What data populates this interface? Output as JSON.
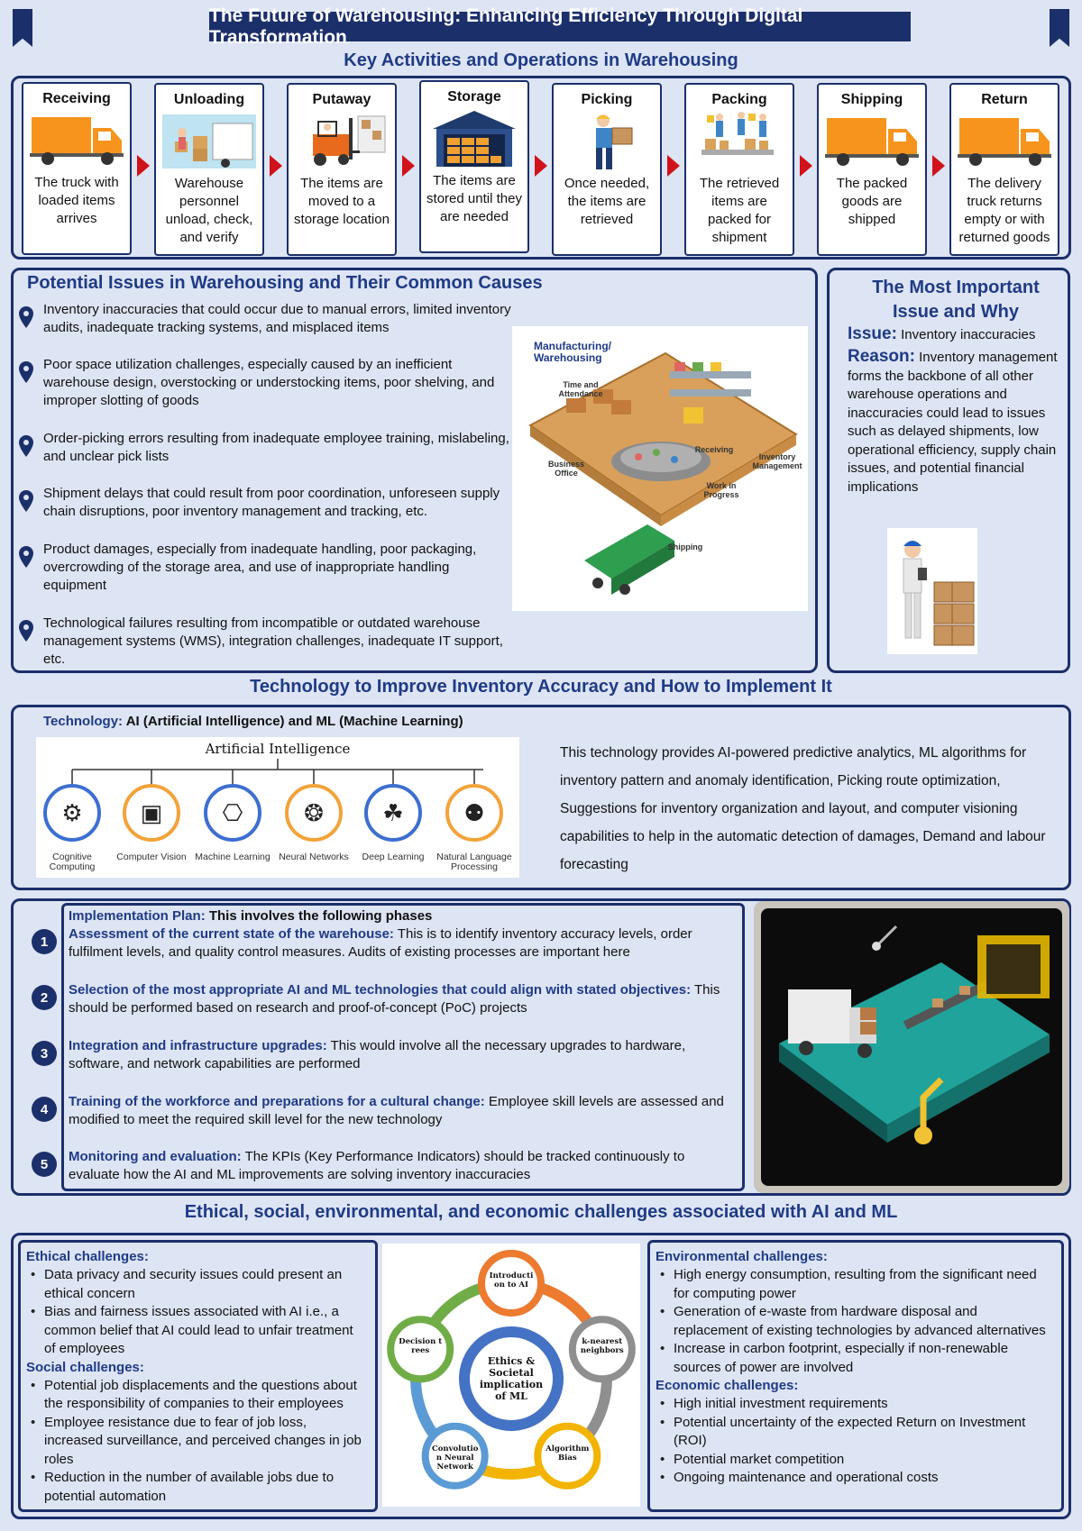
{
  "title": "The Future of Warehousing: Enhancing Efficiency Through Digital Transformation",
  "activities": {
    "heading": "Key Activities and Operations in Warehousing",
    "steps": [
      {
        "title": "Receiving",
        "desc": "The truck with loaded items arrives",
        "icon": "truck-icon"
      },
      {
        "title": "Unloading",
        "desc": "Warehouse personnel unload, check, and verify",
        "icon": "unloading-icon"
      },
      {
        "title": "Putaway",
        "desc": "The items are moved to a storage location",
        "icon": "forklift-icon"
      },
      {
        "title": "Storage",
        "desc": "The items are stored until they are needed",
        "icon": "storage-icon"
      },
      {
        "title": "Picking",
        "desc": "Once needed, the items are retrieved",
        "icon": "picker-icon"
      },
      {
        "title": "Packing",
        "desc": "The retrieved items are packed for shipment",
        "icon": "packing-icon"
      },
      {
        "title": "Shipping",
        "desc": "The packed goods are shipped",
        "icon": "truck-icon"
      },
      {
        "title": "Return",
        "desc": "The delivery truck returns empty or with returned goods",
        "icon": "truck-icon"
      }
    ]
  },
  "issues": {
    "heading": "Potential Issues in Warehousing and Their Common Causes",
    "items": [
      "Inventory inaccuracies that could occur due to manual errors, limited inventory audits, inadequate tracking systems, and misplaced items",
      "Poor space utilization challenges, especially caused by an inefficient warehouse design, overstocking or understocking items, poor shelving, and improper slotting of goods",
      "Order-picking errors resulting from inadequate employee training, mislabeling, and unclear pick lists",
      "Shipment delays that could result from poor coordination, unforeseen supply chain disruptions, poor inventory management and tracking, etc.",
      "Product damages, especially from inadequate handling, poor packaging, overcrowding of the storage area, and use of inappropriate handling equipment",
      "Technological failures resulting from incompatible or outdated warehouse management systems (WMS), integration challenges, inadequate IT support, etc."
    ],
    "diagram": {
      "title_line1": "Manufacturing/",
      "title_line2": "Warehousing",
      "labels": [
        "Time and Attendance",
        "Business Office",
        "Receiving",
        "Inventory Management",
        "Work in Progress",
        "Shipping"
      ]
    }
  },
  "important": {
    "heading_line1": "The Most Important",
    "heading_line2": "Issue and Why",
    "issue_label": "Issue:",
    "issue_text": "Inventory inaccuracies",
    "reason_label": "Reason:",
    "reason_text": "Inventory management forms the backbone of all other warehouse operations and inaccuracies could lead to issues such as delayed shipments, low operational efficiency, supply chain issues, and potential financial implications"
  },
  "technology": {
    "heading": "Technology to Improve Inventory Accuracy and How to Implement It",
    "label": "Technology:",
    "name": "AI (Artificial Intelligence) and ML (Machine Learning)",
    "ai_title": "Artificial Intelligence",
    "ai_branches": [
      "Cognitive Computing",
      "Computer Vision",
      "Machine Learning",
      "Neural Networks",
      "Deep Learning",
      "Natural Language Processing"
    ],
    "description": "This technology provides AI-powered predictive analytics, ML algorithms for inventory pattern and anomaly identification, Picking route optimization, Suggestions for inventory organization and layout, and computer visioning capabilities to help in the automatic detection of damages, Demand and labour forecasting"
  },
  "plan": {
    "label": "Implementation Plan:",
    "intro": "This involves the following phases",
    "phases": [
      {
        "num": "1",
        "title": "Assessment of the current state of the warehouse:",
        "text": "This is to identify inventory accuracy levels, order fulfilment levels, and quality control measures. Audits of existing processes are important here"
      },
      {
        "num": "2",
        "title": "Selection of the most appropriate AI and ML technologies that could align with stated objectives:",
        "text": "This should be performed based on research and proof-of-concept (PoC) projects"
      },
      {
        "num": "3",
        "title": "Integration and infrastructure upgrades:",
        "text": "This would involve all the necessary upgrades to hardware, software, and network capabilities are performed"
      },
      {
        "num": "4",
        "title": "Training of the workforce and preparations for a cultural change:",
        "text": "Employee skill levels are assessed and modified to meet the required skill level for the new technology"
      },
      {
        "num": "5",
        "title": "Monitoring and evaluation:",
        "text": "The KPIs (Key Performance Indicators) should be tracked continuously to evaluate how the AI and ML improvements are solving inventory inaccuracies"
      }
    ]
  },
  "challenges": {
    "heading": "Ethical, social, environmental, and economic challenges associated with AI and ML",
    "ethical_heading": "Ethical challenges:",
    "ethical": [
      "Data privacy and security issues could present an ethical concern",
      "Bias and fairness issues associated with AI i.e., a common belief that AI could lead to unfair treatment of employees"
    ],
    "social_heading": "Social challenges:",
    "social": [
      "Potential job displacements and the questions about the responsibility of companies to their employees",
      "Employee resistance due to fear of job loss, increased surveillance, and perceived changes in job roles",
      "Reduction in the number of available jobs due to potential automation"
    ],
    "environmental_heading": "Environmental challenges:",
    "environmental": [
      "High energy consumption, resulting from the significant need for computing power",
      "Generation of e-waste from hardware disposal and replacement of existing technologies by advanced alternatives",
      "Increase in carbon footprint, especially if non-renewable sources of power are involved"
    ],
    "economic_heading": "Economic challenges:",
    "economic": [
      "High initial investment requirements",
      "Potential uncertainty of the expected Return on Investment (ROI)",
      "Potential market competition",
      "Ongoing maintenance and operational costs"
    ],
    "cycle": {
      "center": "Ethics & Societal implication of ML",
      "nodes": [
        "Introduction to AI",
        "k-nearest neighbors",
        "Algorithm Bias",
        "Convolution Neural Network",
        "Decision trees"
      ],
      "colors": [
        "#ec7a2f",
        "#8f8f8f",
        "#f2b400",
        "#5b9bd5",
        "#70ad47"
      ],
      "center_color": "#4472c4"
    }
  },
  "colors": {
    "navy": "#1b2f6b",
    "heading": "#1f3b86",
    "arrow": "#d0121b",
    "background": "#dde4f3",
    "truck": "#f7941d"
  }
}
